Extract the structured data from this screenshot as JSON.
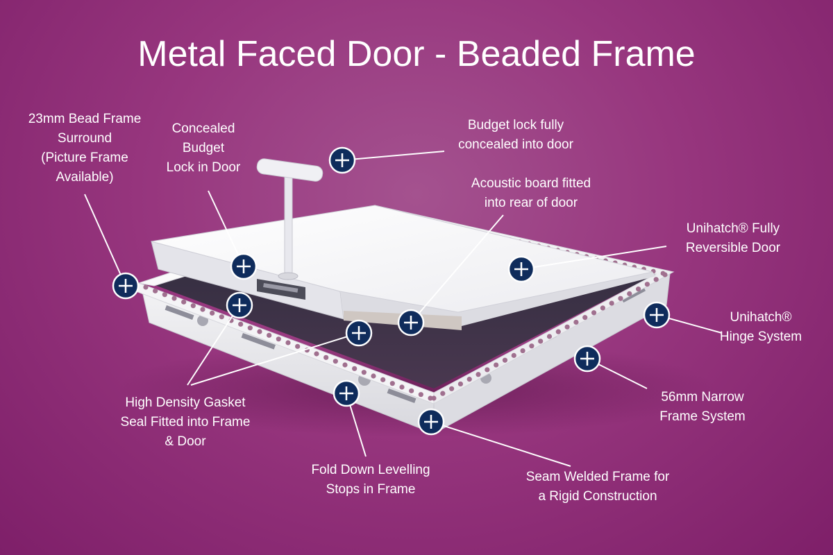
{
  "title": "Metal Faced Door - Beaded Frame",
  "colors": {
    "background": "#97367e",
    "hotspot_fill": "#0f2c5c",
    "hotspot_border": "#ffffff",
    "text": "#ffffff",
    "leader_line": "#ffffff"
  },
  "hotspot_icon": "plus-icon",
  "callouts": {
    "bead_frame": "23mm Bead Frame\nSurround\n(Picture Frame\nAvailable)",
    "concealed_lock": "Concealed\nBudget\nLock in Door",
    "budget_lock": "Budget lock fully\nconcealed into door",
    "acoustic_board": "Acoustic board fitted\ninto rear of door",
    "reversible_door": "Unihatch® Fully\nReversible Door",
    "hinge_system": "Unihatch®\nHinge System",
    "narrow_frame": "56mm Narrow\nFrame System",
    "gasket_seal": "High Density Gasket\nSeal Fitted into Frame\n& Door",
    "levelling_stops": "Fold Down Levelling\nStops in Frame",
    "seam_welded": "Seam Welded Frame for\na Rigid Construction"
  }
}
